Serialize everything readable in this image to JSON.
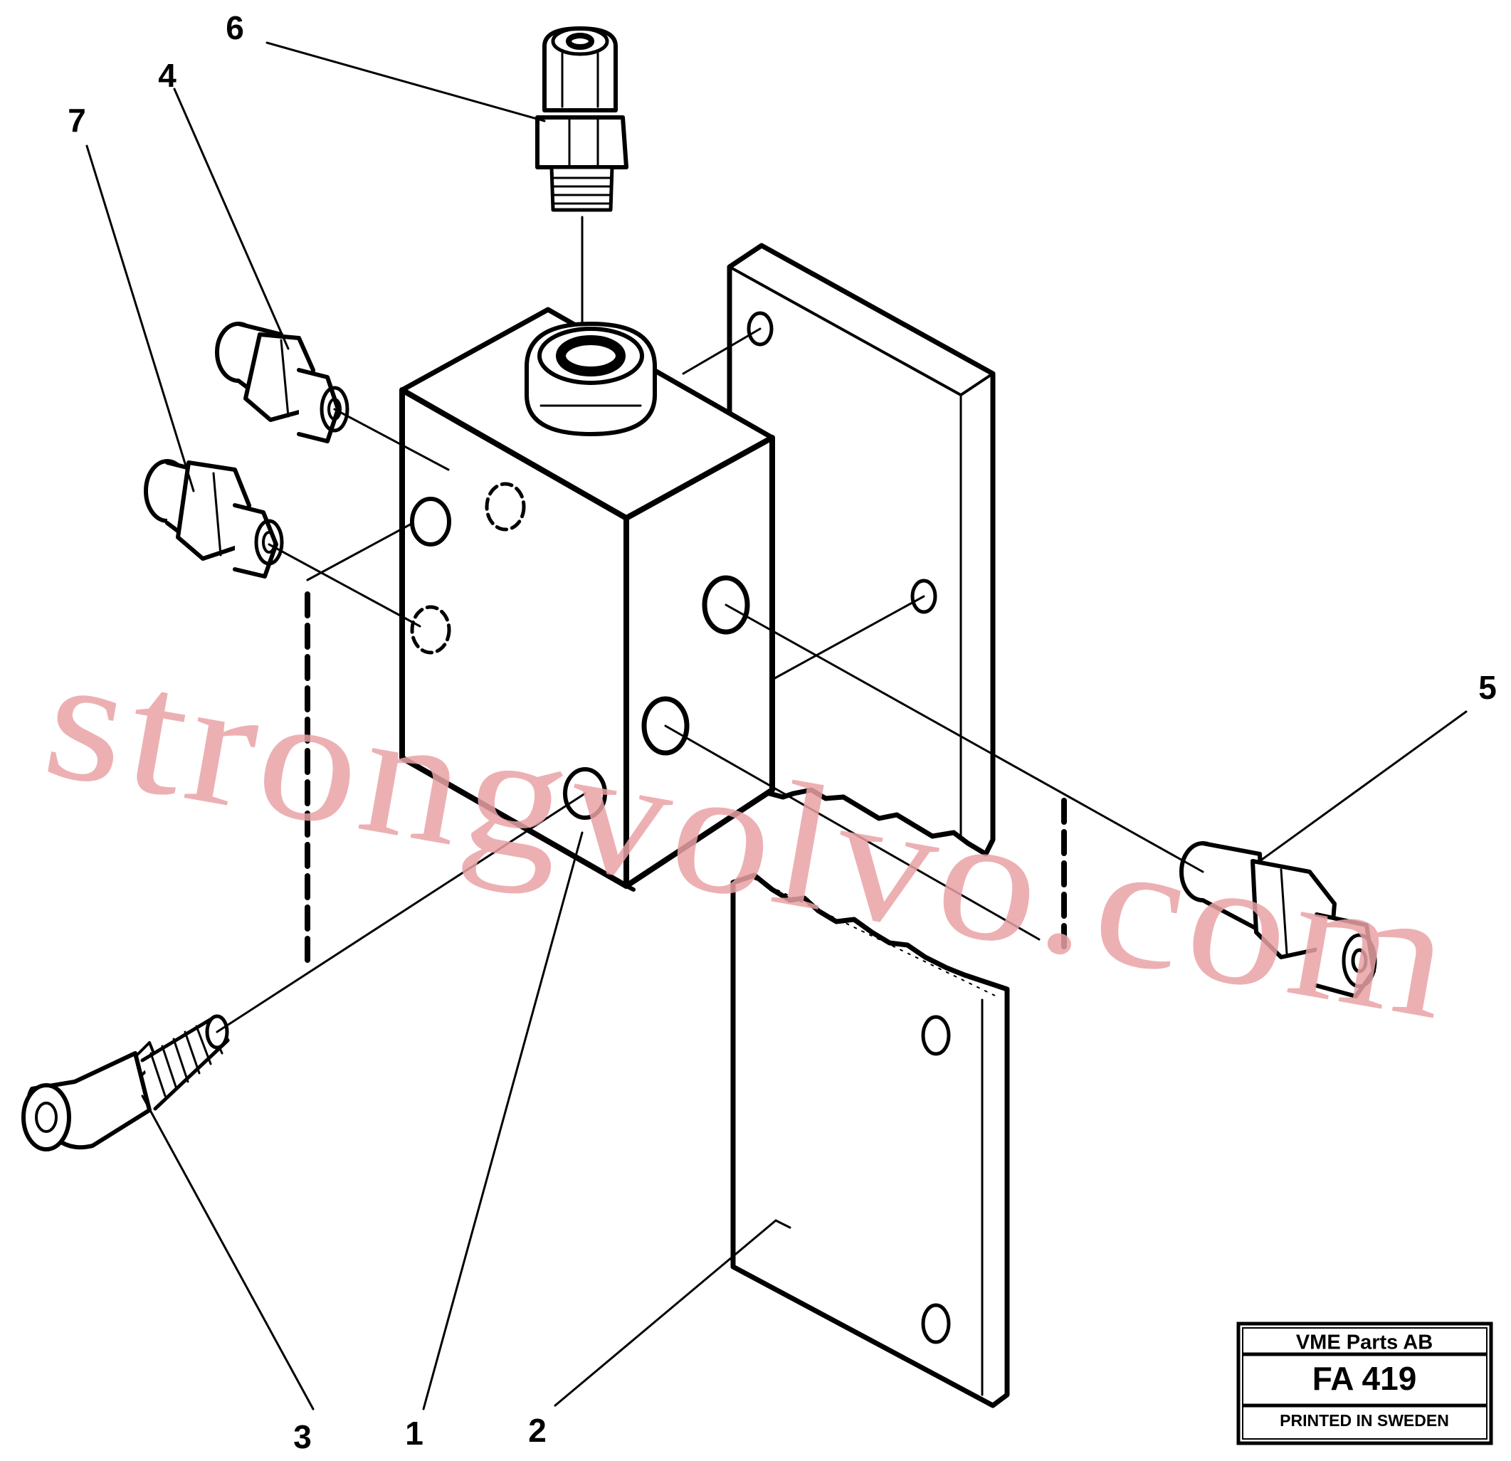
{
  "callouts": [
    "1",
    "2",
    "3",
    "4",
    "5",
    "6",
    "7"
  ],
  "watermark": "strongvolvo.com",
  "title_block": {
    "company": "VME Parts AB",
    "code": "FA 419",
    "footer": "PRINTED IN SWEDEN"
  }
}
